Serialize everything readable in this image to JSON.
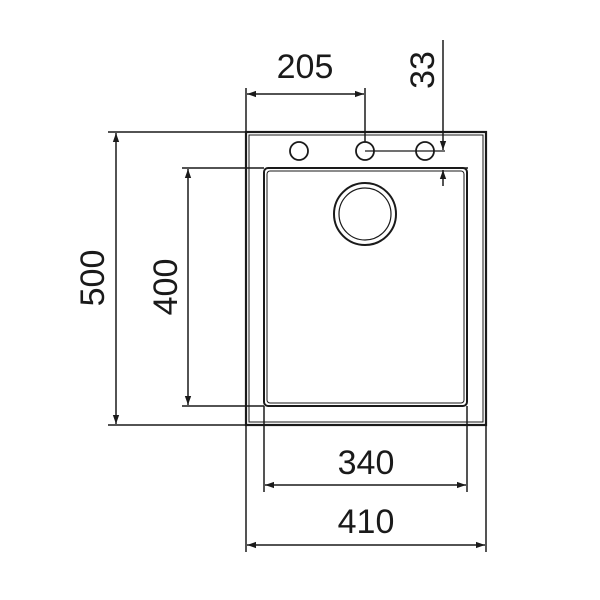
{
  "drawing": {
    "ink_color": "#1a1a1a",
    "background": "#ffffff",
    "dimensions": {
      "total_width": "410",
      "bowl_width": "340",
      "total_height": "500",
      "bowl_height": "400",
      "tap_hole_offset": "205",
      "tap_hole_margin": "33"
    },
    "parts": [
      "outer-frame",
      "bowl",
      "drain",
      "tap-holes"
    ]
  }
}
